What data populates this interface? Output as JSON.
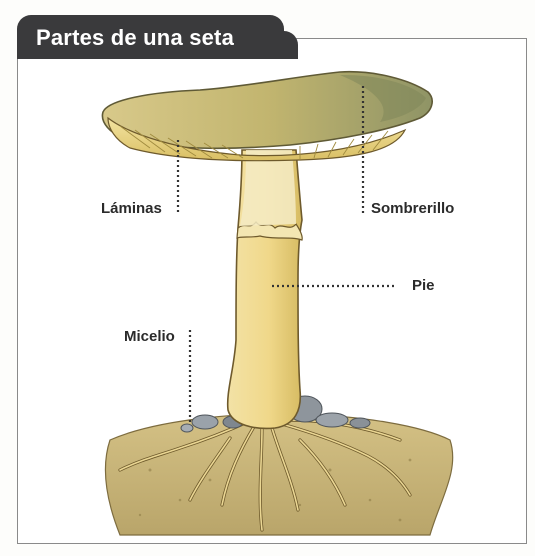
{
  "title": "Partes de una seta",
  "labels": {
    "laminas": "Láminas",
    "sombrerillo": "Sombrerillo",
    "pie": "Pie",
    "micelio": "Micelio"
  },
  "colors": {
    "title_bg": "#3a3a3c",
    "cap_top": "#c9b46a",
    "cap_shadow": "#8e9163",
    "gills": "#e8d58a",
    "stem": "#efd98f",
    "soil": "#c8b57c",
    "roots": "#e2cf8c",
    "stones": "#8c939b",
    "leader_dots": "#333333"
  }
}
